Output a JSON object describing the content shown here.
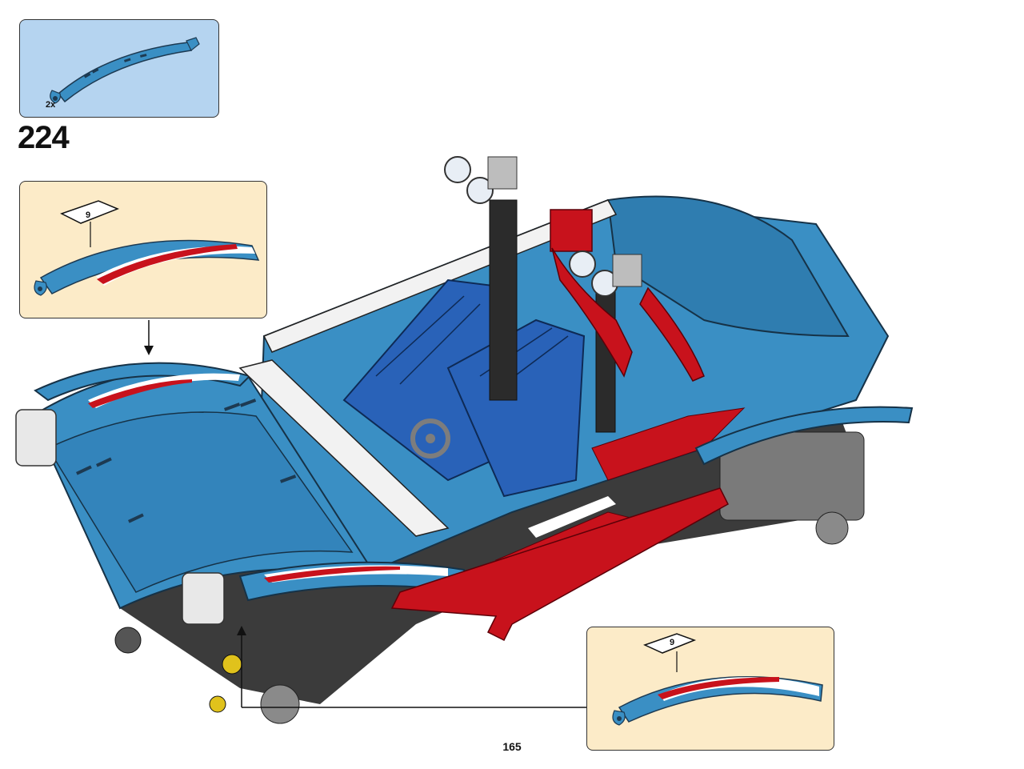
{
  "parts_panel": {
    "quantity": "2x"
  },
  "step": {
    "number": "224"
  },
  "callouts": [
    {
      "sticker": "9"
    },
    {
      "sticker": "9"
    }
  ],
  "page": {
    "number": "165"
  },
  "colors": {
    "model_blue": "#3a8fc4",
    "model_red": "#c8121c",
    "parts_panel_bg": "#b5d4f0",
    "callout_bg": "#fcebc8"
  }
}
